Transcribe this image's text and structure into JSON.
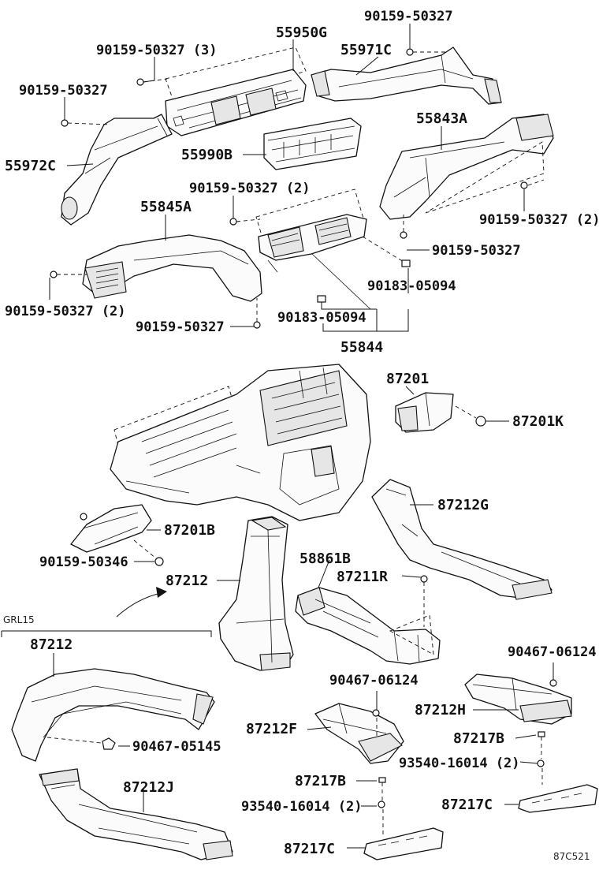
{
  "diagram": {
    "figure_code": "87C521",
    "section_label": "GRL15",
    "labels": {
      "p55950G": "55950G",
      "p90159_50327_top": "90159-50327",
      "p90159_50327_x3": "90159-50327 (3)",
      "p55971C": "55971C",
      "p90159_50327_left": "90159-50327",
      "p55843A": "55843A",
      "p55972C": "55972C",
      "p55990B": "55990B",
      "p90159_50327_x2_center": "90159-50327 (2)",
      "p55845A": "55845A",
      "p90159_50327_x2_right": "90159-50327 (2)",
      "p90159_50327_mid": "90159-50327",
      "p90183_05094_right": "90183-05094",
      "p90159_50327_x2_left": "90159-50327 (2)",
      "p90159_50327_low": "90159-50327",
      "p90183_05094_left": "90183-05094",
      "p55844": "55844",
      "p87201": "87201",
      "p87201K": "87201K",
      "p87212G": "87212G",
      "p87201B": "87201B",
      "p90159_50346": "90159-50346",
      "p58861B": "58861B",
      "p87211R": "87211R",
      "p87212_mid": "87212",
      "p87212_box": "87212",
      "p90467_06124_right": "90467-06124",
      "p90467_06124_mid": "90467-06124",
      "p87212H": "87212H",
      "p87212F": "87212F",
      "p87217B_right": "87217B",
      "p90467_05145": "90467-05145",
      "p93540_16014_right": "93540-16014 (2)",
      "p87212J": "87212J",
      "p87217B_mid": "87217B",
      "p87217C_right": "87217C",
      "p93540_16014_mid": "93540-16014 (2)",
      "p87217C_mid": "87217C"
    }
  }
}
